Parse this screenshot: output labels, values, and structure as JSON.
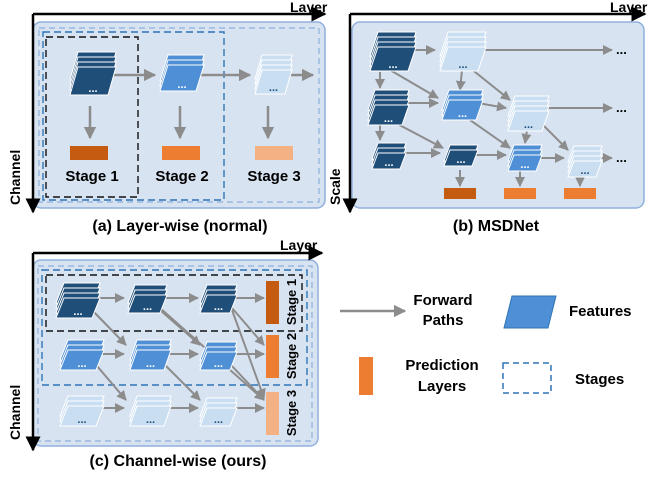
{
  "panel_a": {
    "axis_x": "Layer",
    "axis_y": "Channel",
    "stages": [
      "Stage 1",
      "Stage 2",
      "Stage 3"
    ],
    "caption": "(a) Layer-wise (normal)"
  },
  "panel_b": {
    "axis_x": "Layer",
    "axis_y": "Scale",
    "caption": "(b) MSDNet"
  },
  "panel_c": {
    "axis_x": "Layer",
    "axis_y": "Channel",
    "stages": [
      "Stage 1",
      "Stage 2",
      "Stage 3"
    ],
    "caption": "(c) Channel-wise (ours)"
  },
  "legend": {
    "forward_line1": "Forward",
    "forward_line2": "Paths",
    "features": "Features",
    "prediction_line1": "Prediction",
    "prediction_line2": "Layers",
    "stages": "Stages"
  },
  "ellipsis": "...",
  "dots": "...",
  "colors": {
    "panel_bg": "#d8e3f2",
    "panel_border": "#8fb0dc",
    "dark_blue": "#1f4e79",
    "mid_blue": "#4f8fd6",
    "light_blue": "#c9def1",
    "arrow": "#8c8c8c",
    "pred_dark": "#c55a11",
    "pred_mid": "#ed7d31",
    "pred_light": "#f4b183",
    "stage_box_black": "#111111",
    "stage_box_blue": "#2e75b6"
  }
}
